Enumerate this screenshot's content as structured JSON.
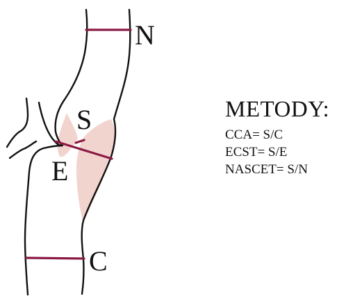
{
  "diagram": {
    "labels": {
      "n": "N",
      "s": "S",
      "e": "E",
      "c": "C"
    },
    "colors": {
      "outline": "#111111",
      "measure_line": "#8b1a44",
      "plaque_fill": "#f2d4cf"
    }
  },
  "methods": {
    "title": "METODY:",
    "formulas": [
      "CCA= S/C",
      "ECST= S/E",
      "NASCET= S/N"
    ]
  }
}
